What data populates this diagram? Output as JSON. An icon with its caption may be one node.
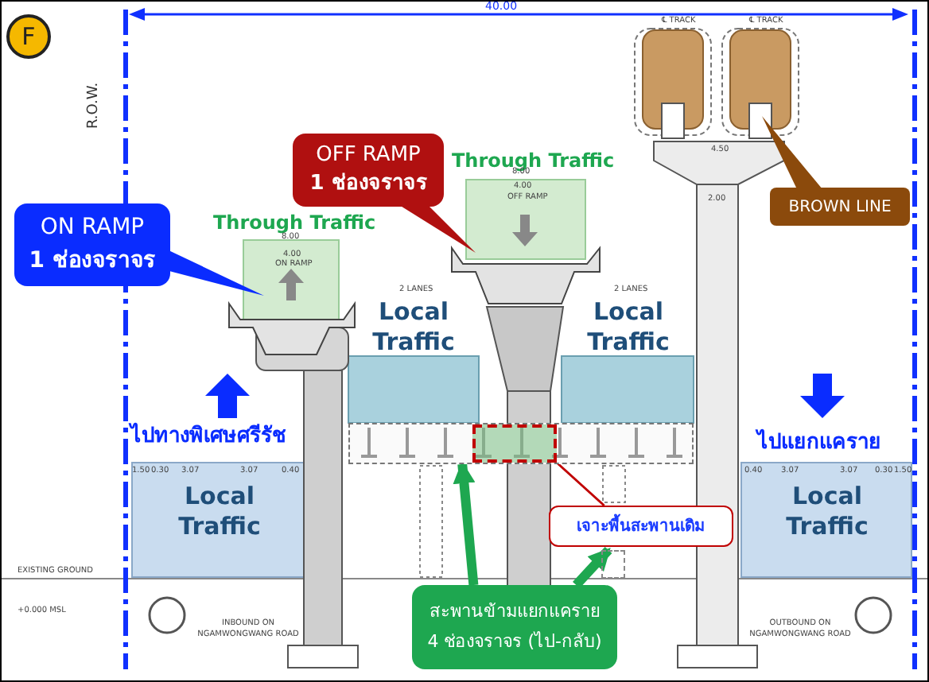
{
  "diagram": {
    "nodes": [
      {
        "text": [
          "F"
        ]
      },
      {
        "text": [
          "ON RAMP",
          "1 ช่องจราจร"
        ]
      },
      {
        "text": [
          "OFF RAMP",
          "1 ช่องจราจร"
        ]
      },
      {
        "text": [
          "BROWN LINE"
        ]
      },
      {
        "text": [
          "เจาะพื้นสะพานเดิม"
        ]
      },
      {
        "text": [
          "สะพานข้ามแยกแคราย",
          "4 ช่องจราจร (ไป-กลับ)"
        ]
      },
      {
        "text": [],
        "shape": "box"
      },
      {
        "text": [],
        "shape": "box",
        "in": 6
      },
      {
        "text": [],
        "shape": "box"
      }
    ],
    "edges": [
      {
        "from": 5,
        "to": 6,
        "arrow": "to"
      },
      {
        "from": 5,
        "to": 8,
        "arrow": "to"
      },
      {
        "from": 4,
        "to": 7,
        "arrow": "none",
        "color": "#c00000"
      }
    ],
    "labels": [
      "40.00",
      "R.O.W.",
      "Through Traffic",
      "Through Traffic",
      "8.00",
      "4.00",
      "ON RAMP",
      "8.00",
      "4.00",
      "OFF RAMP",
      "℄ TRACK",
      "℄ TRACK",
      "4.50",
      "2.00",
      "Local Traffic",
      "2 LANES",
      "Local Traffic",
      "2 LANES",
      "ไปทางพิเศษศรีรัช",
      "ไปแยกแคราย",
      "1.50",
      "0.30",
      "3.07",
      "3.07",
      "0.40",
      "0.40",
      "3.07",
      "3.07",
      "0.30",
      "1.50",
      "Local Traffic",
      "Local Traffic",
      "EXISTING GROUND",
      "+0.000 MSL",
      "INBOUND ON NGAMWONGWANG ROAD",
      "OUTBOUND ON NGAMWONGWANG ROAD"
    ]
  }
}
